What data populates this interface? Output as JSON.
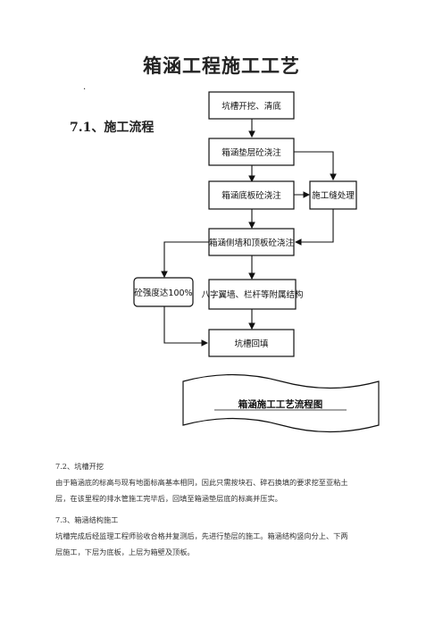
{
  "title": "箱涵工程施工工艺",
  "dot": ".",
  "section_heading": "7.1、施工流程",
  "flow": {
    "excavation": "坑槽开挖、清底",
    "cushion": "箱涵垫层砼浇注",
    "bottom_slab": "箱涵底板砼浇注",
    "construction_joint": "施工缝处理",
    "walls_roof": "箱涵侧墙和顶板砼浇注",
    "concrete_strength": "砼强度达100%",
    "wing_walls": "八字翼墙、栏杆等附属结构",
    "backfill": "坑槽回填",
    "caption": "箱涵施工工艺流程图"
  },
  "sections": {
    "s72_heading": "7.2、坑槽开挖",
    "s72_body_1": "由于箱涵底的标高与现有地面标高基本相同，因此只需按块石、碎石换填的要求挖至亚粘土",
    "s72_body_2": "层，在该里程的排水管施工完毕后，回填至箱涵垫层底的标高并压实。",
    "s73_heading": "7.3、箱涵结构施工",
    "s73_body_1": "坑槽完成后经监理工程师验收合格并复测后，先进行垫层的施工。箱涵结构竖向分上、下两",
    "s73_body_2": "层施工，下层为底板，上层为箱壁及顶板。"
  }
}
